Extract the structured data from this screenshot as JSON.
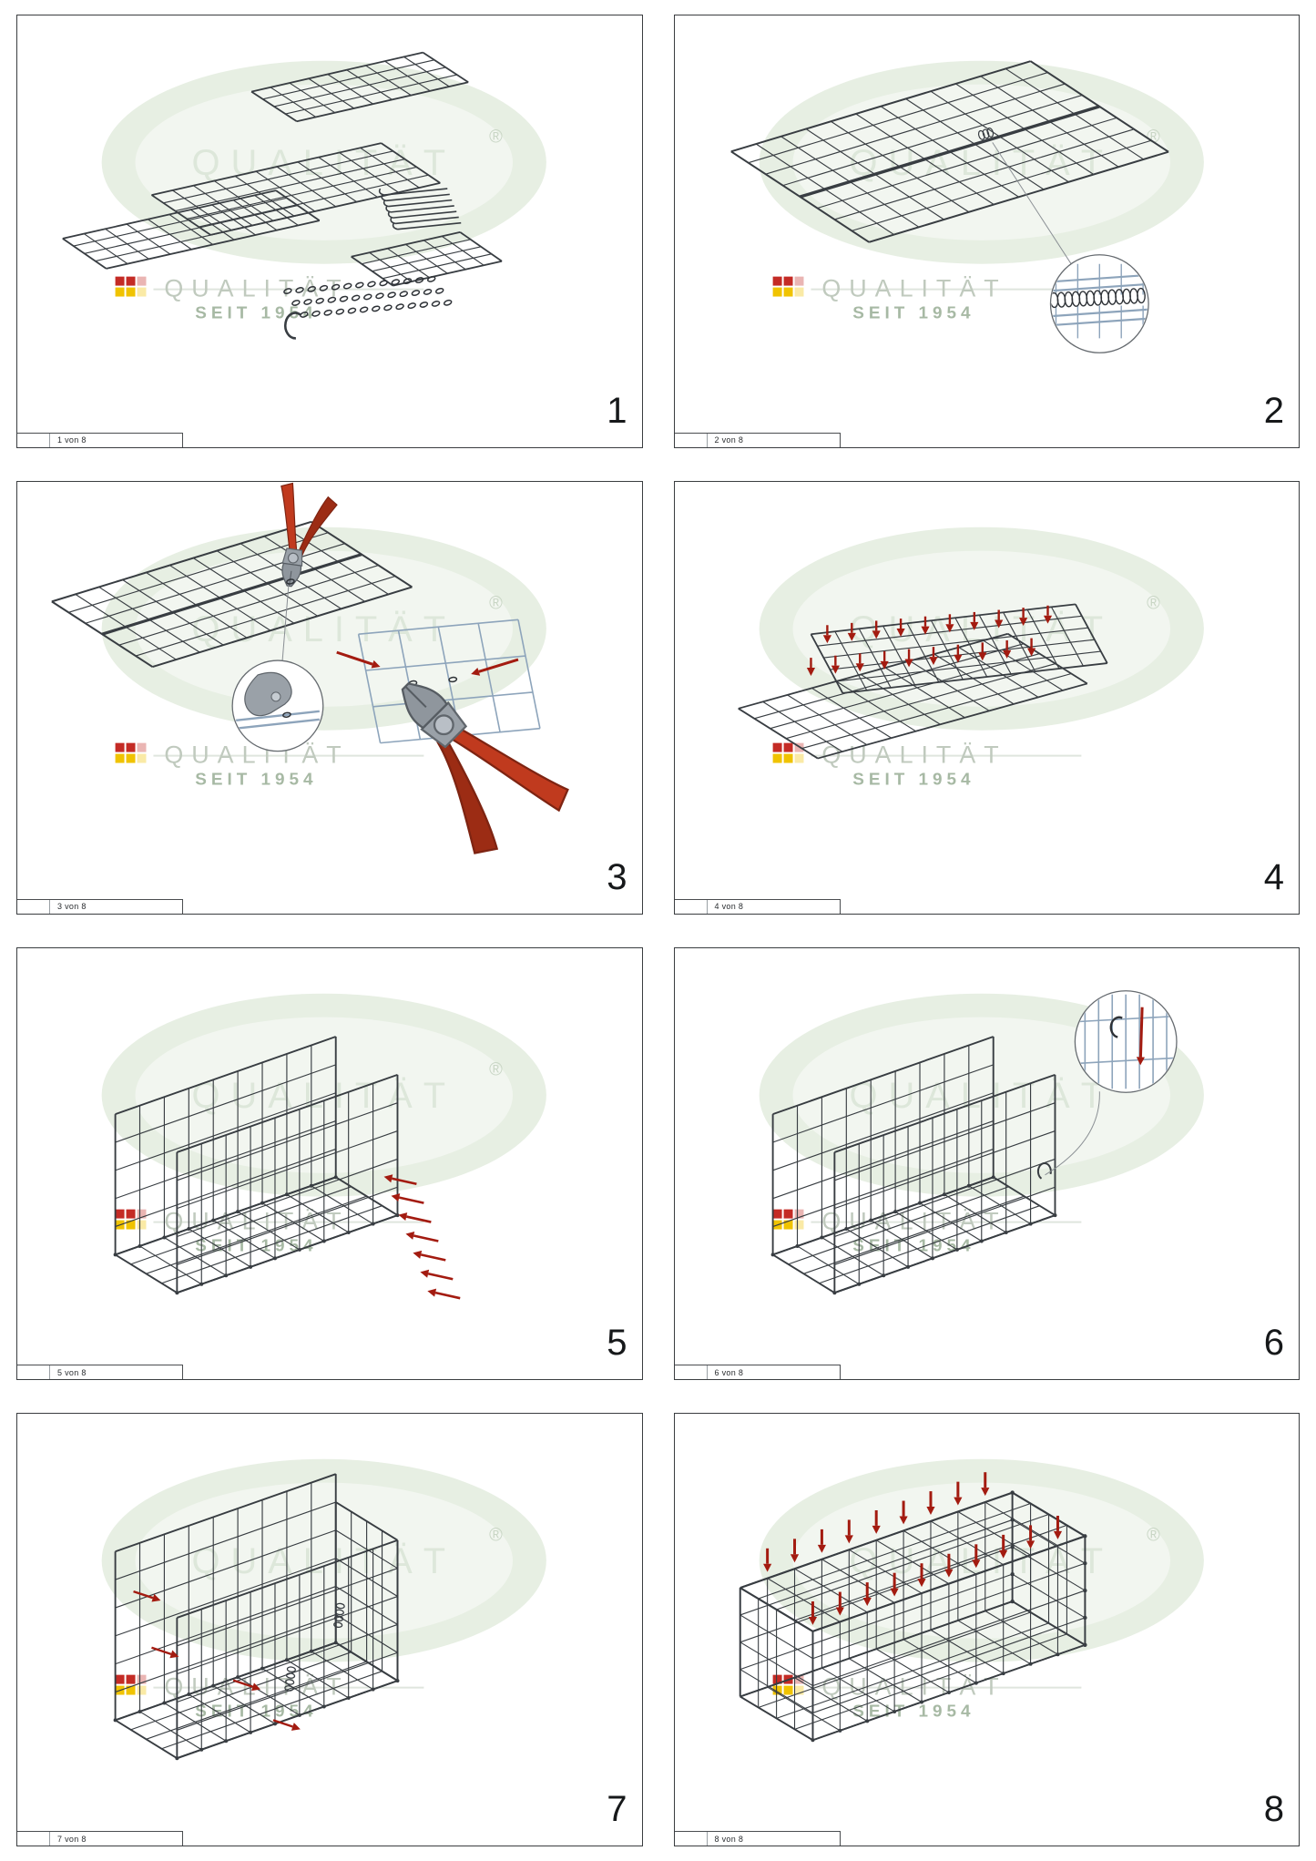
{
  "watermark": {
    "word": "QUALITÄT",
    "line2": "SEIT 1954",
    "registered": "®",
    "ellipse_color": "#e7efe3",
    "inner_color": "#f2f6f0",
    "big_text_color": "#dde7da",
    "text_color": "#c0cabe",
    "line2_color": "#a7b9a4",
    "logo_red": "#c42b25",
    "logo_yellow": "#f0c300"
  },
  "style": {
    "mesh_color": "#383d42",
    "accent_blue": "#8da4bb",
    "arrow_color": "#a31b10",
    "plier_handle": "#c03a1e",
    "plier_handle_dark": "#9c2c14",
    "metal": "#9aa1a8",
    "callout_border": "#666b70",
    "leader": "#8a8f94"
  },
  "panels": [
    {
      "number": "1",
      "caption": "1 von 8",
      "scene": "parts-overview"
    },
    {
      "number": "2",
      "caption": "2 von 8",
      "scene": "join-mesh-spirals"
    },
    {
      "number": "3",
      "caption": "3 von 8",
      "scene": "crimp-clips-pliers"
    },
    {
      "number": "4",
      "caption": "4 von 8",
      "scene": "press-clips-arrows"
    },
    {
      "number": "5",
      "caption": "5 von 8",
      "scene": "erect-side-walls"
    },
    {
      "number": "6",
      "caption": "6 von 8",
      "scene": "hook-spiral-detail"
    },
    {
      "number": "7",
      "caption": "7 von 8",
      "scene": "attach-end-walls"
    },
    {
      "number": "8",
      "caption": "8 von 8",
      "scene": "close-lid-clips"
    }
  ]
}
